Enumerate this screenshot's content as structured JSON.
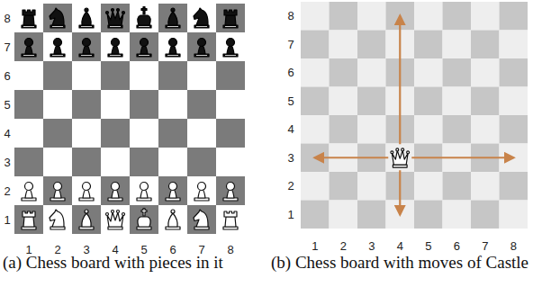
{
  "diagram": {
    "labels": [
      "8",
      "7",
      "6",
      "5",
      "4",
      "3",
      "2",
      "1",
      "1",
      "2",
      "3",
      "4",
      "5",
      "6",
      "7",
      "8",
      "8",
      "7",
      "6",
      "5",
      "4",
      "3",
      "2",
      "1",
      "1",
      "2",
      "3",
      "4",
      "5",
      "6",
      "7",
      "8",
      "(a) Chess board with pieces in it",
      "(b) Chess board with moves of Castle"
    ]
  }
}
